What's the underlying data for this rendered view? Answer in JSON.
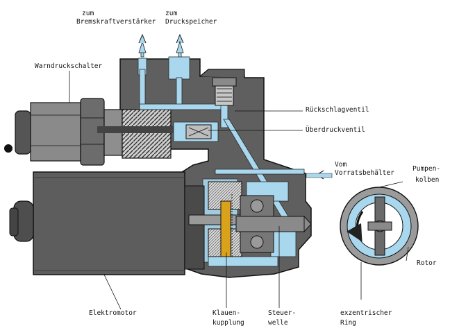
{
  "labels": {
    "brake_booster": {
      "line1": "zum",
      "line2": "Bremskraftverstärker"
    },
    "pressure_accumulator": {
      "line1": "zum",
      "line2": "Druckspeicher"
    },
    "warning_pressure_switch": "Warndruckschalter",
    "check_valve": "Rückschlagventil",
    "pressure_relief_valve": "Überdruckventil",
    "from_reservoir": {
      "line1": "Vom",
      "line2": "Vorratsbehälter"
    },
    "pump_piston": {
      "line1": "Pumpen-",
      "line2": "kolben"
    },
    "rotor": "Rotor",
    "electric_motor": "Elektromotor",
    "claw_coupling": {
      "line1": "Klauen-",
      "line2": "kupplung"
    },
    "control_shaft": {
      "line1": "Steuer-",
      "line2": "welle"
    },
    "eccentric_ring": {
      "line1": "exzentrischer",
      "line2": "Ring"
    }
  },
  "colors": {
    "fluid": "#a9d8ee",
    "housing": "#5f5f5f",
    "coupling_accent": "#d9a21a"
  }
}
